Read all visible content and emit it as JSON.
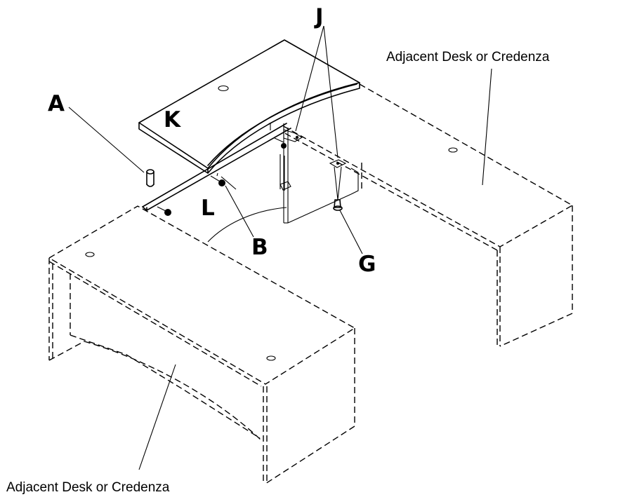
{
  "labels": {
    "part_a": "A",
    "part_b": "B",
    "part_g": "G",
    "part_j": "J",
    "part_k": "K",
    "part_l": "L",
    "adjacent_top": "Adjacent Desk or Credenza",
    "adjacent_bottom": "Adjacent Desk or Credenza"
  }
}
